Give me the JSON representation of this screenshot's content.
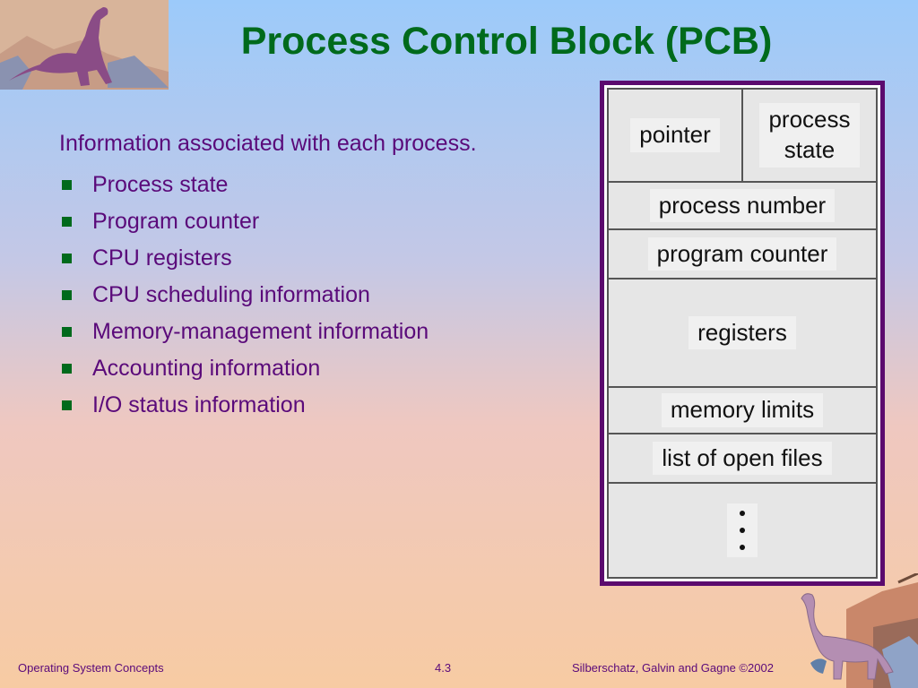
{
  "slide": {
    "title": "Process Control Block (PCB)",
    "intro": "Information associated with each process.",
    "bullets": [
      "Process state",
      "Program counter",
      "CPU registers",
      "CPU scheduling information",
      "Memory-management information",
      "Accounting information",
      "I/O status information"
    ]
  },
  "pcb": {
    "pointer": "pointer",
    "process_state_line1": "process",
    "process_state_line2": "state",
    "process_number": "process number",
    "program_counter": "program counter",
    "registers": "registers",
    "memory_limits": "memory limits",
    "open_files": "list of open files"
  },
  "footer": {
    "left": "Operating System Concepts",
    "page": "4.3",
    "right": "Silberschatz, Galvin and  Gagne ©2002"
  },
  "colors": {
    "title": "#006a1c",
    "text": "#5a0a7a",
    "bullet": "#006a1c",
    "pcb_border": "#5b0a6e"
  },
  "icons": {
    "top_left": "dinosaur-illustration",
    "bottom_right": "dinosaur-illustration"
  }
}
